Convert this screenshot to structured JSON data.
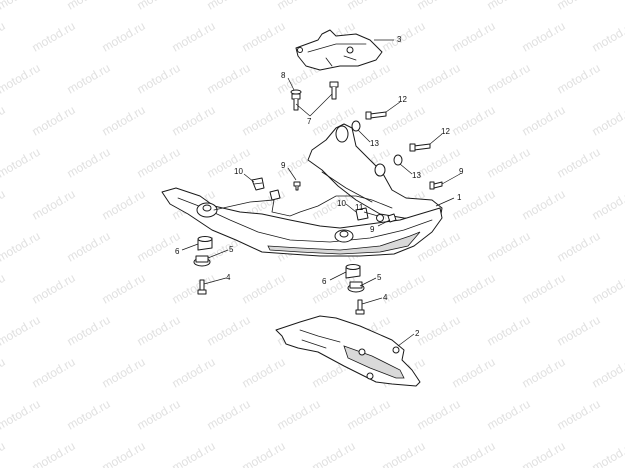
{
  "watermark_text": "motod.ru",
  "callouts": {
    "c3": "3",
    "c8": "8",
    "c7": "7",
    "c12a": "12",
    "c13a": "13",
    "c12b": "12",
    "c13b": "13",
    "c9a": "9",
    "c10a": "10",
    "c9b": "9",
    "c1": "1",
    "c10b": "10",
    "c11": "11",
    "c9c": "9",
    "c6a": "6",
    "c5a": "5",
    "c4a": "4",
    "c6b": "6",
    "c5b": "5",
    "c4b": "4",
    "c2": "2"
  },
  "colors": {
    "line": "#1a1a1a",
    "watermark": "#c8c8c8",
    "background": "#ffffff"
  }
}
